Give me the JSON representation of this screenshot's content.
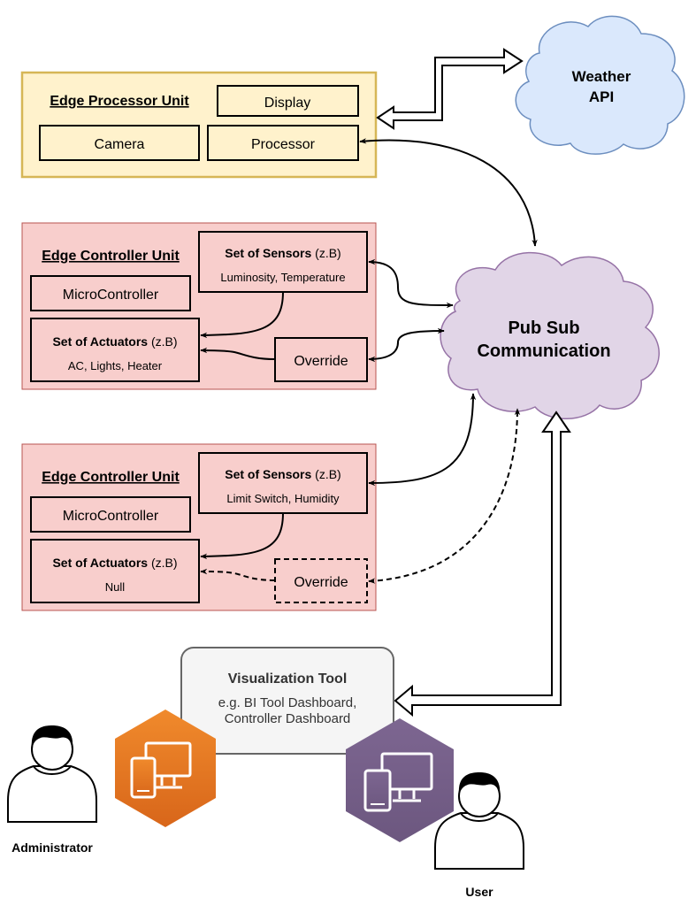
{
  "weather_api": {
    "line1": "Weather",
    "line2": "API"
  },
  "pubsub": {
    "line1": "Pub Sub",
    "line2": "Communication"
  },
  "processor_unit": {
    "title": "Edge Processor Unit",
    "display": "Display",
    "camera": "Camera",
    "processor": "Processor"
  },
  "controller1": {
    "title": "Edge Controller Unit",
    "micro": "MicroController",
    "sensors_title": "Set of Sensors",
    "sensors_suffix": " (z.B)",
    "sensors_detail": "Luminosity, Temperature",
    "actuators_title": "Set of Actuators",
    "actuators_suffix": " (z.B)",
    "actuators_detail": "AC, Lights, Heater",
    "override": "Override"
  },
  "controller2": {
    "title": "Edge Controller Unit",
    "micro": "MicroController",
    "sensors_title": "Set of Sensors",
    "sensors_suffix": " (z.B)",
    "sensors_detail": "Limit Switch, Humidity",
    "actuators_title": "Set of Actuators",
    "actuators_suffix": " (z.B)",
    "actuators_detail": "Null",
    "override": "Override"
  },
  "viz_tool": {
    "title": "Visualization Tool",
    "line1": "e.g. BI Tool Dashboard,",
    "line2": "Controller Dashboard"
  },
  "actors": {
    "admin": "Administrator",
    "user": "User"
  },
  "icons": {
    "admin_device": "devices-icon",
    "user_device": "devices-icon",
    "person": "person-icon"
  },
  "colors": {
    "processor_fill": "#fff2cc",
    "processor_stroke": "#d6b656",
    "controller_fill": "#f8cecc",
    "controller_stroke": "#b85450",
    "cloud_weather": "#dae8fc",
    "cloud_pubsub": "#e1d5e7",
    "viz_fill": "#f5f5f5",
    "hex_orange": "#e87722",
    "hex_purple": "#76608a"
  }
}
